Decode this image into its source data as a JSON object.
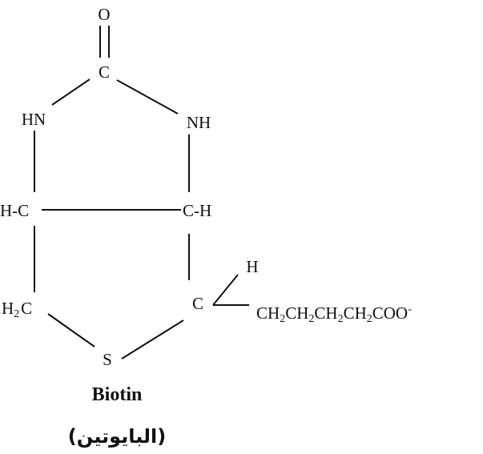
{
  "atoms": {
    "oxygen": "O",
    "carbonyl_carbon": "C",
    "left_nh": "HN",
    "right_nh": "NH",
    "left_ch": "H-C",
    "right_ch": "C-H",
    "ch2_h": "H",
    "ch2_sub": "2",
    "ch2_c": "C",
    "sulfur": "S",
    "side_carbon": "C",
    "side_h": "H"
  },
  "side_chain": {
    "units": [
      "CH",
      "CH",
      "CH",
      "CH"
    ],
    "subscript": "2",
    "terminal": "COO",
    "charge": "-"
  },
  "caption": {
    "name": "Biotin",
    "arabic": "(البايوتين)"
  }
}
